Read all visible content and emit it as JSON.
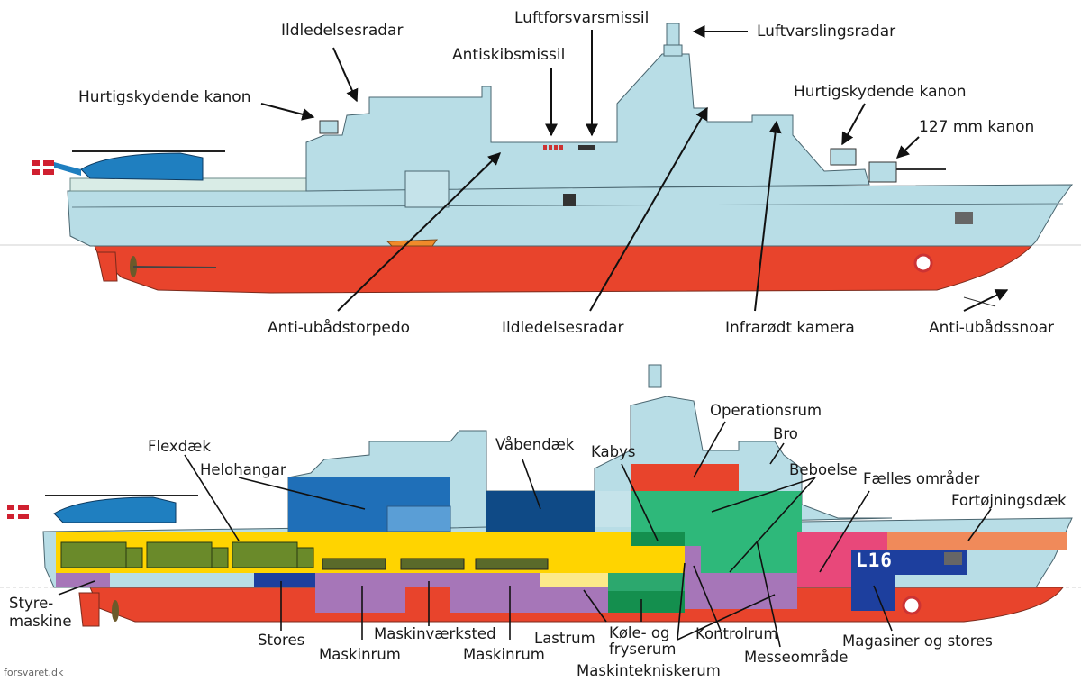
{
  "top_diagram": {
    "labels": {
      "ildledelsesradar_top": "Ildledelsesradar",
      "luftforsvarsmissil": "Luftforsvarsmissil",
      "luftvarslingsradar": "Luftvarslingsradar",
      "antiskibsmissil": "Antiskibsmissil",
      "hurtigskydende_kanon_left": "Hurtigskydende kanon",
      "hurtigskydende_kanon_right": "Hurtigskydende kanon",
      "kanon_127": "127 mm kanon",
      "anti_ubaadstorpedo": "Anti-ubådstorpedo",
      "ildledelsesradar_bottom": "Ildledelsesradar",
      "infraroedt_kamera": "Infrarødt kamera",
      "anti_ubaadssnoar": "Anti-ubådssnoar"
    }
  },
  "bottom_diagram": {
    "labels": {
      "flexdaek": "Flexdæk",
      "helohangar": "Helohangar",
      "vaabendaek": "Våbendæk",
      "kabys": "Kabys",
      "operationsrum": "Operationsrum",
      "bro": "Bro",
      "beboelse": "Beboelse",
      "faelles_omraader": "Fælles områder",
      "fortoejningsdaek": "Fortøjningsdæk",
      "styremaskine": "Styre-\nmaskine",
      "stores": "Stores",
      "maskinrum_left": "Maskinrum",
      "maskinvaerksted": "Maskinværksted",
      "maskinrum_right": "Maskinrum",
      "lastrum": "Lastrum",
      "koele_og_fryserum": "Køle- og\nfryserum",
      "maskintekniskerum": "Maskintekniskerum",
      "kontrolrum": "Kontrolrum",
      "messeomraade": "Messeområde",
      "magasiner_og_stores": "Magasiner og stores"
    },
    "hull_number": "L16"
  },
  "credit": "forsvaret.dk",
  "colors": {
    "superstructure": "#b8dde6",
    "hull_red": "#e8442c",
    "flexdeck_yellow": "#ffd400",
    "hangar_blue": "#1f6fb8",
    "weapon_deck_navy": "#0f4a86",
    "machinery_purple": "#a676b8",
    "galley_green": "#2ca86e",
    "living_green": "#2eb87a",
    "ops_red": "#e8442c",
    "common_pink": "#e8487a",
    "magazine_blue": "#1d3f9e",
    "mooring_orange": "#f08a5a",
    "cargo_yellow": "#fce98a"
  },
  "icons": [
    "danish-flag-icon",
    "helicopter-icon",
    "truck-icon",
    "tank-icon",
    "lifebuoy-icon",
    "propeller-icon"
  ]
}
